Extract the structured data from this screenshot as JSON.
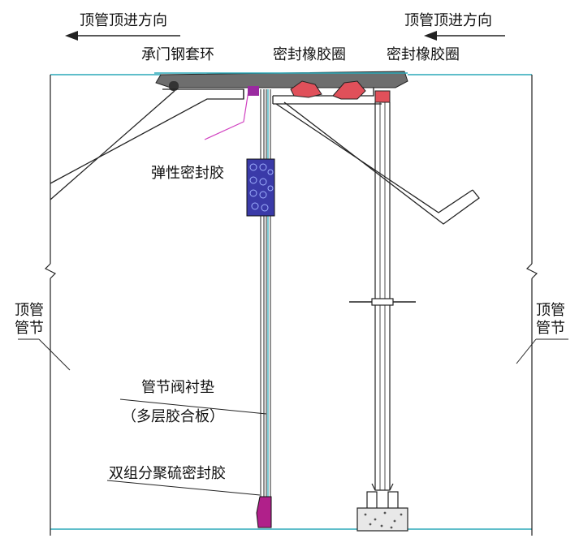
{
  "labels": {
    "direction_left": "顶管顶进方向",
    "direction_right": "顶管顶进方向",
    "socket_steel_ring": "承门钢套环",
    "seal_rubber_ring_1": "密封橡胶圈",
    "seal_rubber_ring_2": "密封橡胶圈",
    "elastic_sealant": "弹性密封胶",
    "pipe_section_left_1": "顶管",
    "pipe_section_left_2": "管节",
    "pipe_section_right_1": "顶管",
    "pipe_section_right_2": "管节",
    "valve_liner": "管节阀衬垫",
    "plywood": "（多层胶合板）",
    "two_part_sealant": "双组分聚硫密封胶"
  },
  "colors": {
    "pipe_wall": "#2aa8b8",
    "steel_ring": "#6e6e6e",
    "rubber_ring": "#e0505a",
    "elastic_sealant": "#3a3aa8",
    "polysulfide_sealant": "#b0208a",
    "leader_magenta": "#d040c0",
    "line": "#222222"
  }
}
